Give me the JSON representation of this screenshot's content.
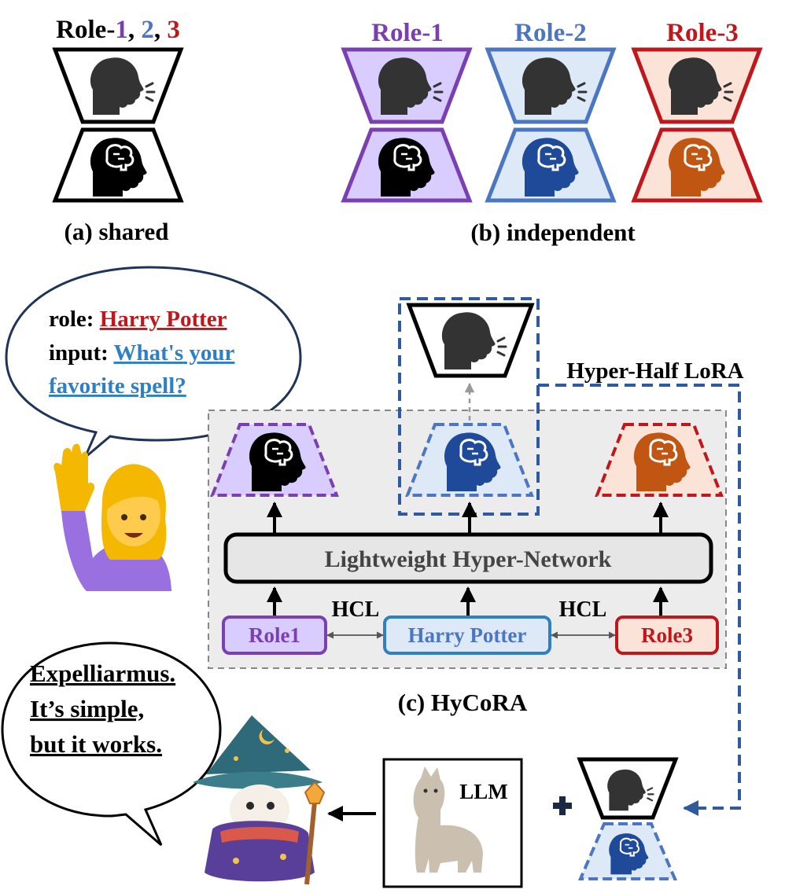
{
  "panel_a": {
    "title_prefix": "Role-",
    "title_n1": "1",
    "title_sep1": ", ",
    "title_n2": "2",
    "title_sep2": ", ",
    "title_n3": "3",
    "caption": "(a) shared"
  },
  "panel_b": {
    "roles": [
      {
        "label": "Role-1",
        "color": "#7a3fb0",
        "fill": "#d9ccff",
        "head_color": "#000000"
      },
      {
        "label": "Role-2",
        "color": "#4a76c2",
        "fill": "#dde9f7",
        "head_color": "#1f4a9a"
      },
      {
        "label": "Role-3",
        "color": "#c0171c",
        "fill": "#fbe3d8",
        "head_color": "#c05612"
      }
    ],
    "caption": "(b) independent"
  },
  "prompt_bubble": {
    "role_label": "role: ",
    "role_value": "Harry Potter",
    "input_label": "input: ",
    "input_line1": "What's your",
    "input_line2": "favorite spell?",
    "role_color": "#c0171c",
    "input_color": "#2f7fc4"
  },
  "reply_bubble": {
    "lines": [
      "Expelliarmus.",
      "It’s simple,",
      "but it works."
    ]
  },
  "hycora": {
    "hyper_half_label": "Hyper-Half  LoRA",
    "network_label": "Lightweight Hyper-Network",
    "hcl_left": "HCL",
    "hcl_right": "HCL",
    "role_boxes": [
      {
        "label": "Role1",
        "color": "#7a3fb0"
      },
      {
        "label": "Harry Potter",
        "color": "#2f7fc4"
      },
      {
        "label": "Role3",
        "color": "#c0171c"
      }
    ],
    "caption": "(c) HyCoRA"
  },
  "llm": {
    "label": "LLM"
  },
  "colors": {
    "dashed_frame": "#2f5aa0",
    "panel_bg": "#ececec",
    "speaker": "#333333"
  },
  "icons": [
    "speaking-head-icon",
    "brain-head-icon",
    "raised-hand-person-icon",
    "wizard-llama-icon",
    "llama-icon",
    "plus-icon"
  ]
}
